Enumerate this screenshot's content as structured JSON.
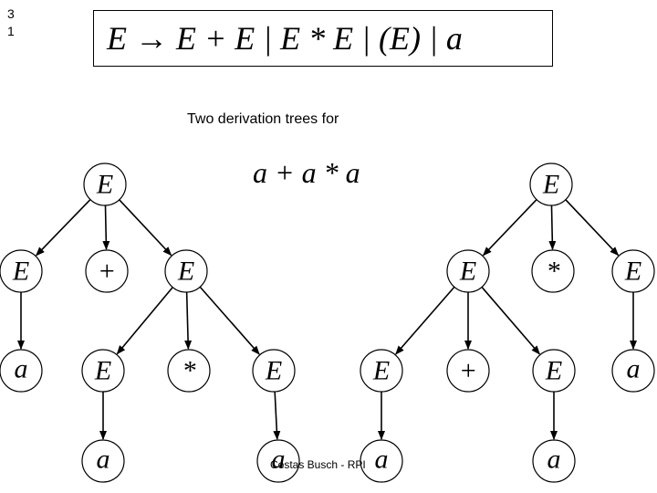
{
  "slide_number": [
    "3",
    "1"
  ],
  "grammar": "E → E + E | E * E | (E) | a",
  "caption": "Two derivation trees for",
  "expression": "a + a * a",
  "footer": "Costas Busch - RPI",
  "tree_left": {
    "nodes": [
      {
        "id": "L1",
        "label": "E"
      },
      {
        "id": "L2",
        "label": "E"
      },
      {
        "id": "L3",
        "label": "+"
      },
      {
        "id": "L4",
        "label": "E"
      },
      {
        "id": "L5",
        "label": "a"
      },
      {
        "id": "L6",
        "label": "E"
      },
      {
        "id": "L7",
        "label": "*"
      },
      {
        "id": "L8",
        "label": "E"
      },
      {
        "id": "L9",
        "label": "a"
      },
      {
        "id": "L10",
        "label": "a"
      }
    ],
    "edges": [
      [
        "L1",
        "L2"
      ],
      [
        "L1",
        "L3"
      ],
      [
        "L1",
        "L4"
      ],
      [
        "L2",
        "L5"
      ],
      [
        "L4",
        "L6"
      ],
      [
        "L4",
        "L7"
      ],
      [
        "L4",
        "L8"
      ],
      [
        "L6",
        "L9"
      ],
      [
        "L8",
        "L10"
      ]
    ]
  },
  "tree_right": {
    "nodes": [
      {
        "id": "R1",
        "label": "E"
      },
      {
        "id": "R2",
        "label": "E"
      },
      {
        "id": "R3",
        "label": "*"
      },
      {
        "id": "R4",
        "label": "E"
      },
      {
        "id": "R5",
        "label": "E"
      },
      {
        "id": "R6",
        "label": "+"
      },
      {
        "id": "R7",
        "label": "E"
      },
      {
        "id": "R8",
        "label": "a"
      },
      {
        "id": "R9",
        "label": "a"
      },
      {
        "id": "R10",
        "label": "a"
      }
    ],
    "edges": [
      [
        "R1",
        "R2"
      ],
      [
        "R1",
        "R3"
      ],
      [
        "R1",
        "R4"
      ],
      [
        "R2",
        "R5"
      ],
      [
        "R2",
        "R6"
      ],
      [
        "R2",
        "R7"
      ],
      [
        "R4",
        "R8"
      ],
      [
        "R5",
        "R9"
      ],
      [
        "R7",
        "R10"
      ]
    ]
  }
}
